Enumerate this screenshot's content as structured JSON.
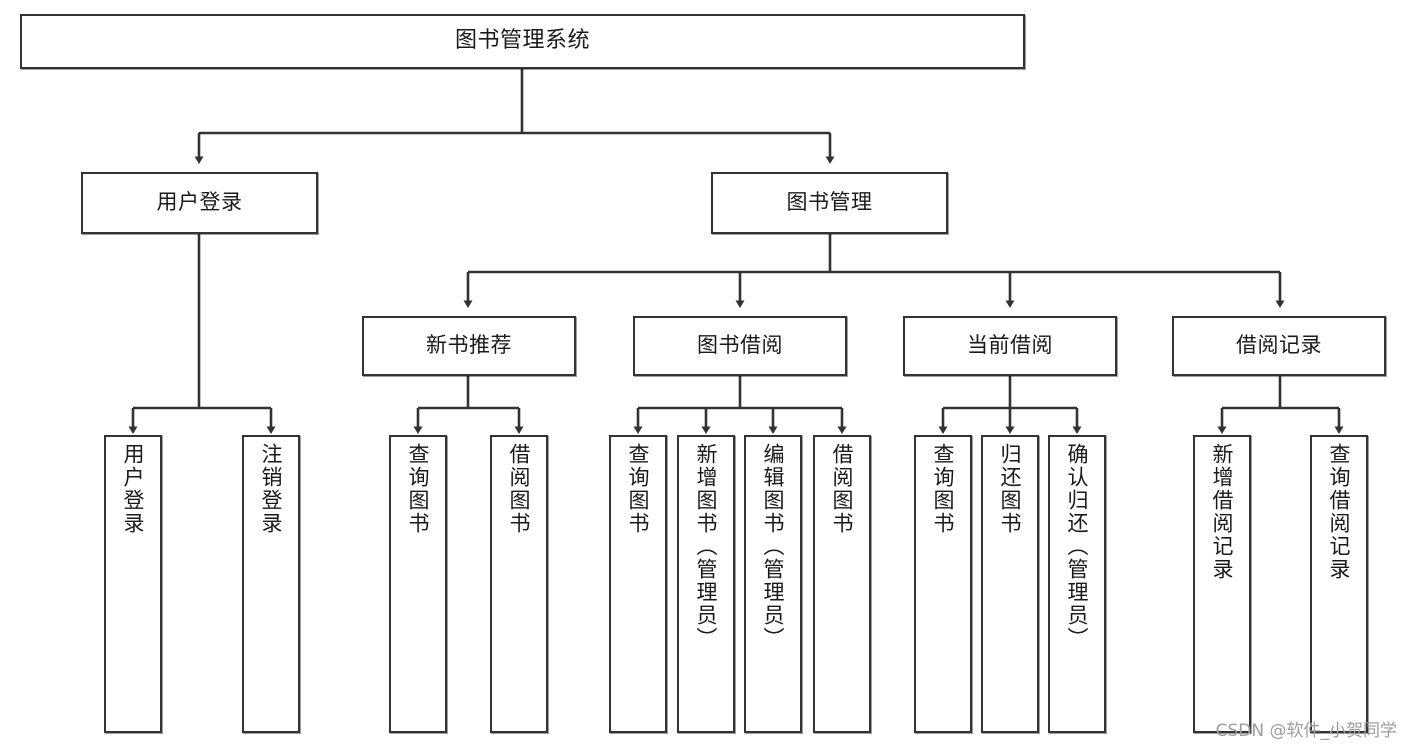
{
  "diagram": {
    "type": "tree-structure-chart",
    "title": "图书管理系统",
    "watermark": "CSDN @软件_小贺同学",
    "colors": {
      "box_border": "#333333",
      "box_fill": "#ffffff",
      "edge": "#333333",
      "text": "#1a1a1a",
      "watermark": "#9d9d9d"
    },
    "nodes": {
      "root": {
        "label": "图书管理系统"
      },
      "level2": [
        {
          "id": "user-login",
          "label": "用户登录"
        },
        {
          "id": "book-manage",
          "label": "图书管理"
        }
      ],
      "level3": [
        {
          "id": "new-book-recommend",
          "label": "新书推荐"
        },
        {
          "id": "book-borrow",
          "label": "图书借阅"
        },
        {
          "id": "current-borrow",
          "label": "当前借阅"
        },
        {
          "id": "borrow-record",
          "label": "借阅记录"
        }
      ],
      "leaves": {
        "user-login": [
          {
            "id": "leaf-user-login",
            "label": "用户登录"
          },
          {
            "id": "leaf-logout-login",
            "label": "注销登录"
          }
        ],
        "new-book-recommend": [
          {
            "id": "leaf-query-book-1",
            "label": "查询图书"
          },
          {
            "id": "leaf-borrow-book-1",
            "label": "借阅图书"
          }
        ],
        "book-borrow": [
          {
            "id": "leaf-query-book-2",
            "label": "查询图书"
          },
          {
            "id": "leaf-add-book",
            "label": "新增图书（管理员）"
          },
          {
            "id": "leaf-edit-book",
            "label": "编辑图书（管理员）"
          },
          {
            "id": "leaf-borrow-book-2",
            "label": "借阅图书"
          }
        ],
        "current-borrow": [
          {
            "id": "leaf-query-book-3",
            "label": "查询图书"
          },
          {
            "id": "leaf-return-book",
            "label": "归还图书"
          },
          {
            "id": "leaf-confirm-return",
            "label": "确认归还（管理员）"
          }
        ],
        "borrow-record": [
          {
            "id": "leaf-add-record",
            "label": "新增借阅记录"
          },
          {
            "id": "leaf-query-record",
            "label": "查询借阅记录"
          }
        ]
      }
    }
  }
}
